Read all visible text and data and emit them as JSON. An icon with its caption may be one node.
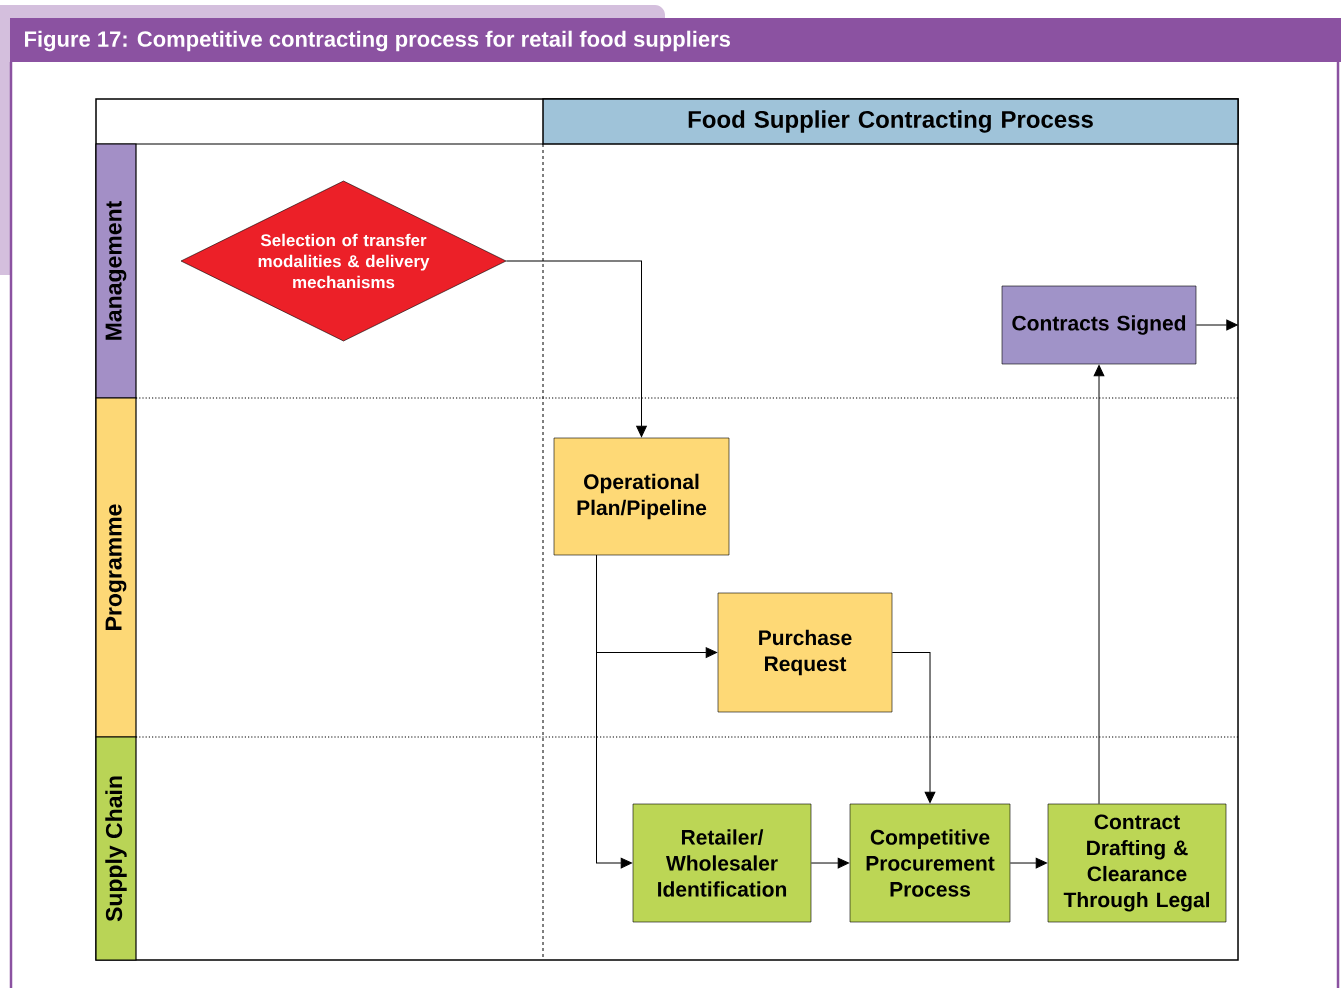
{
  "diagram": {
    "title": "Figure 17: Competitive contracting process for retail food suppliers",
    "nodes": [
      {
        "text": [
          "Food Supplier Contracting Process"
        ]
      },
      {
        "text": [
          "Management"
        ]
      },
      {
        "text": [
          "Programme"
        ]
      },
      {
        "text": [
          "Supply Chain"
        ]
      },
      {
        "text": [
          "Selection of transfer modalities & delivery mechanisms"
        ]
      },
      {
        "text": [
          "Operational Plan/Pipeline"
        ]
      },
      {
        "text": [
          "Purchase Request"
        ]
      },
      {
        "text": [
          "Retailer/ Wholesaler Identification"
        ]
      },
      {
        "text": [
          "Competitive Procurement Process"
        ]
      },
      {
        "text": [
          "Contract Drafting & Clearance Through Legal"
        ]
      },
      {
        "text": [
          "Contracts Signed"
        ]
      }
    ],
    "edges": [
      {
        "from": 4,
        "to": 5,
        "arrow": "to"
      },
      {
        "from": 5,
        "to": 6,
        "arrow": "to"
      },
      {
        "from": 5,
        "to": 7,
        "arrow": "to"
      },
      {
        "from": 6,
        "to": 8,
        "arrow": "to"
      },
      {
        "from": 7,
        "to": 8,
        "arrow": "to"
      },
      {
        "from": 8,
        "to": 9,
        "arrow": "to"
      },
      {
        "from": 9,
        "to": 10,
        "arrow": "to"
      },
      {
        "from": 10,
        "to": null,
        "arrow": "to"
      }
    ]
  }
}
